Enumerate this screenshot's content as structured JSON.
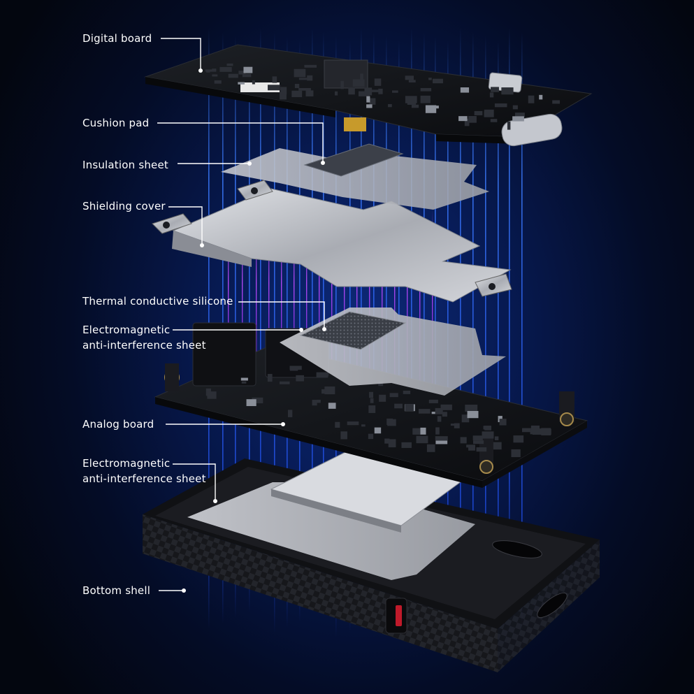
{
  "labels": [
    {
      "id": "digital-board",
      "lines": [
        "Digital board"
      ]
    },
    {
      "id": "cushion-pad",
      "lines": [
        "Cushion pad"
      ]
    },
    {
      "id": "insulation-sheet",
      "lines": [
        "Insulation sheet"
      ]
    },
    {
      "id": "shielding-cover",
      "lines": [
        "Shielding cover"
      ]
    },
    {
      "id": "thermal-conductive-silicone",
      "lines": [
        "Thermal conductive silicone"
      ]
    },
    {
      "id": "em-sheet-upper",
      "lines": [
        "Electromagnetic",
        "anti-interference sheet"
      ]
    },
    {
      "id": "analog-board",
      "lines": [
        "Analog board"
      ]
    },
    {
      "id": "em-sheet-lower",
      "lines": [
        "Electromagnetic",
        "anti-interference sheet"
      ]
    },
    {
      "id": "bottom-shell",
      "lines": [
        "Bottom shell"
      ]
    }
  ],
  "colors": {
    "background": "#071a52",
    "beam_blue": "#2b6cff",
    "beam_violet": "#b63cff",
    "pcb": "#121417",
    "metal": "#b9bcc2",
    "shell": "#15161a",
    "leader": "#ffffff"
  }
}
